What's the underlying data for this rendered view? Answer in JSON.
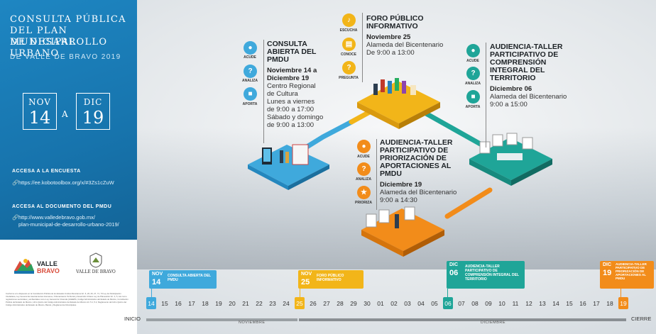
{
  "title": {
    "line1": "CONSULTA PÚBLICA",
    "line2": "DEL PLAN MUNICIPAL",
    "line3": "DE DESARROLLO URBANO",
    "line4": "DE VALLE DE BRAVO 2019"
  },
  "range": {
    "start_month": "NOV",
    "start_day": "14",
    "connector": "A",
    "end_month": "DIC",
    "end_day": "19"
  },
  "survey": {
    "label": "ACCESA A LA ENCUESTA",
    "url": "https://ee.kobotoolbox.org/x/#3Zs1cZuW"
  },
  "document": {
    "label": "ACCESA AL DOCUMENTO DEL PMDU",
    "url1": "http://www.valledebravo.gob.mx/",
    "url2": "plan-municipal-de-desarrollo-urbano-2019/"
  },
  "logos": {
    "valle": "VALLE DE BRAVO",
    "valle_sub": "VALLE DE BRAVO"
  },
  "fine_print": "Conforme a lo dispuesto en la Constitución Política de los Estados Unidos Mexicanos Art. 6, 26, 26, 27, 71, 73 Ley de Participación Ciudadana, Ley General de Asentamientos Humanos, Ordenamiento Territorial y Desarrollo Urbano Ley de Planeación Art. 3, 5, Así como regulaciones sectoriales y ambientales como Ley General de Vivienda (LGEEPA, Código Administrativo del Estado de México, Constitución Política del Estado de México, Libro Quinto del Código Administrativo del Estado de México Art. 5.1, 5.2, Reglamento del Libro Quinto del Código Administrativo del Estado de México, Bando y Reglamentos Municipales.",
  "events": [
    {
      "title": "CONSULTA ABIERTA DEL PMDU",
      "date": "Noviembre 14 a Diciembre 19",
      "place": "Centro Regional de Cultura",
      "hours1": "Lunes a viernes de 9:00 a 17:00",
      "hours2": "Sábado y domingo de 9:00 a 13:00",
      "icons": [
        "ACUDE",
        "ANALIZA",
        "APORTA"
      ]
    },
    {
      "title": "FORO PÚBLICO INFORMATIVO",
      "date": "Noviembre 25",
      "place": "Alameda del Bicentenario",
      "hours": "De 9:00 a 13:00",
      "icons": [
        "ESCUCHA",
        "CONOCE",
        "PREGUNTA"
      ]
    },
    {
      "title": "AUDIENCIA-TALLER PARTICIPATIVO DE COMPRENSIÓN INTEGRAL DEL TERRITORIO",
      "date": "Diciembre 06",
      "place": "Alameda del Bicentenario",
      "hours": "9:00 a 15:00",
      "icons": [
        "ACUDE",
        "ANALIZA",
        "APORTA"
      ]
    },
    {
      "title": "AUDIENCIA-TALLER PARTICIPATIVO DE PRIORIZACIÓN DE APORTACIONES AL PMDU",
      "date": "Diciembre 19",
      "place": "Alameda del Bicentenario",
      "hours": "9:00 a 14:30",
      "icons": [
        "ACUDE",
        "ANALIZA",
        "PRIORIZA"
      ]
    }
  ],
  "timeline": {
    "start": "INICIO",
    "end": "CIERRE",
    "month1": "NOVIEMBRE",
    "month2": "DICIEMBRE",
    "days": [
      "14",
      "15",
      "16",
      "17",
      "18",
      "19",
      "20",
      "21",
      "22",
      "23",
      "24",
      "25",
      "26",
      "27",
      "28",
      "29",
      "30",
      "01",
      "02",
      "03",
      "04",
      "05",
      "06",
      "07",
      "08",
      "09",
      "10",
      "11",
      "12",
      "13",
      "14",
      "15",
      "16",
      "17",
      "18",
      "19"
    ],
    "tags": [
      {
        "month": "NOV",
        "day": "14",
        "name": "CONSULTA ABIERTA DEL PMDU",
        "color": "#3fa9dc"
      },
      {
        "month": "NOV",
        "day": "25",
        "name": "FORO PÚBLICO INFORMATIVO",
        "color": "#f2b519"
      },
      {
        "month": "DIC",
        "day": "06",
        "name": "AUDIENCIA-TALLER PARTICIPATIVO DE COMPRENSIÓN INTEGRAL DEL TERRITORIO",
        "color": "#1fa598"
      },
      {
        "month": "DIC",
        "day": "19",
        "name": "AUDIENCIA-TALLER PARTICIPATIVO DE PRIORIZACIÓN DE APORTACIONES AL PMDU",
        "color": "#f28c1a"
      }
    ]
  },
  "colors": {
    "blue": "#3fa9dc",
    "yellow": "#f2b519",
    "teal": "#1fa598",
    "orange": "#f28c1a",
    "panel": "#1774ad"
  }
}
